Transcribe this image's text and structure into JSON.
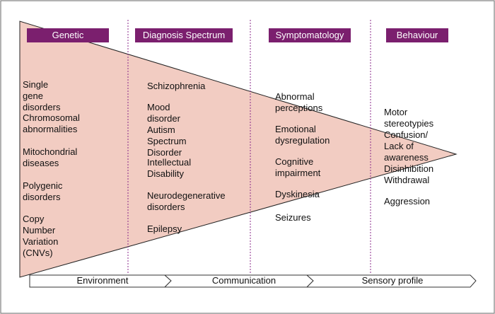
{
  "headers": [
    "Genetic",
    "Diagnosis Spectrum",
    "Symptomatology",
    "Behaviour"
  ],
  "columns": {
    "genetic": [
      "Single gene\ndisorders",
      "Chromosomal\nabnormalities",
      "Mitochondrial\ndiseases",
      "Polygenic\ndisorders",
      "Copy Number\nVariation (CNVs)"
    ],
    "diagnosis": [
      "Schizophrenia",
      "Mood disorder",
      "Autism Spectrum\nDisorder",
      "Intellectual\nDisability",
      "Neurodegenerative\ndisorders",
      "Epilepsy"
    ],
    "symptoms": [
      "Abnormal\nperceptions",
      "Emotional\ndysregulation",
      "Cognitive\nimpairment",
      "Dyskinesia",
      "Seizures"
    ],
    "behaviour": [
      "Motor stereotypies",
      "Confusion/\nLack of awareness",
      "Disinhibition\nWithdrawal",
      "Aggression"
    ]
  },
  "bottom_bar": [
    "Environment",
    "Communication",
    "Sensory profile"
  ],
  "colors": {
    "triangle_fill": "#f2ccc2",
    "header_fill": "#7b1f6e",
    "divider": "#8b2a8b",
    "frame": "#7f7f7f"
  }
}
